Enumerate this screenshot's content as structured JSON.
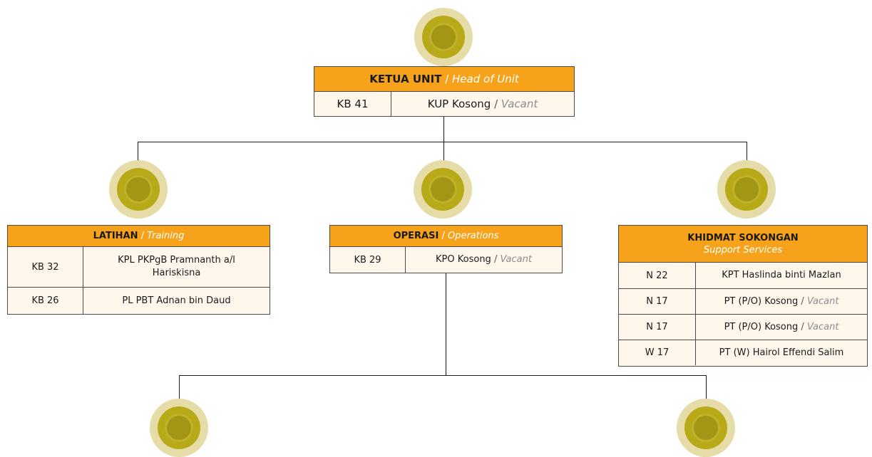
{
  "head": {
    "title": "KETUA UNIT",
    "subtitle": "Head of Unit",
    "row": {
      "code": "KB 41",
      "holder": "KUP Kosong",
      "vacant": "Vacant"
    }
  },
  "training": {
    "title": "LATIHAN",
    "subtitle": "Training",
    "rows": [
      {
        "code": "KB 32",
        "holder": "KPL  PKPgB Pramnanth a/l Hariskisna"
      },
      {
        "code": "KB 26",
        "holder": "PL  PBT Adnan bin Daud"
      }
    ]
  },
  "operations": {
    "title": "OPERASI",
    "subtitle": "Operations",
    "row": {
      "code": "KB 29",
      "holder": "KPO Kosong",
      "vacant": "Vacant"
    }
  },
  "support": {
    "title": "KHIDMAT SOKONGAN",
    "subtitle": "Support Services",
    "rows": [
      {
        "code": "N 22",
        "holder": "KPT  Haslinda binti Mazlan",
        "vacant": ""
      },
      {
        "code": "N 17",
        "holder": "PT (P/O)  Kosong",
        "vacant": "Vacant"
      },
      {
        "code": "N 17",
        "holder": "PT (P/O)  Kosong",
        "vacant": "Vacant"
      },
      {
        "code": "W 17",
        "holder": "PT (W)  Hairol Effendi Salim",
        "vacant": ""
      }
    ]
  },
  "separator": "/",
  "colors": {
    "header": "#f7a21b",
    "cell": "#fff7ec",
    "avatar_outer": "#e6dca8",
    "avatar_inner": "#b7a918"
  }
}
